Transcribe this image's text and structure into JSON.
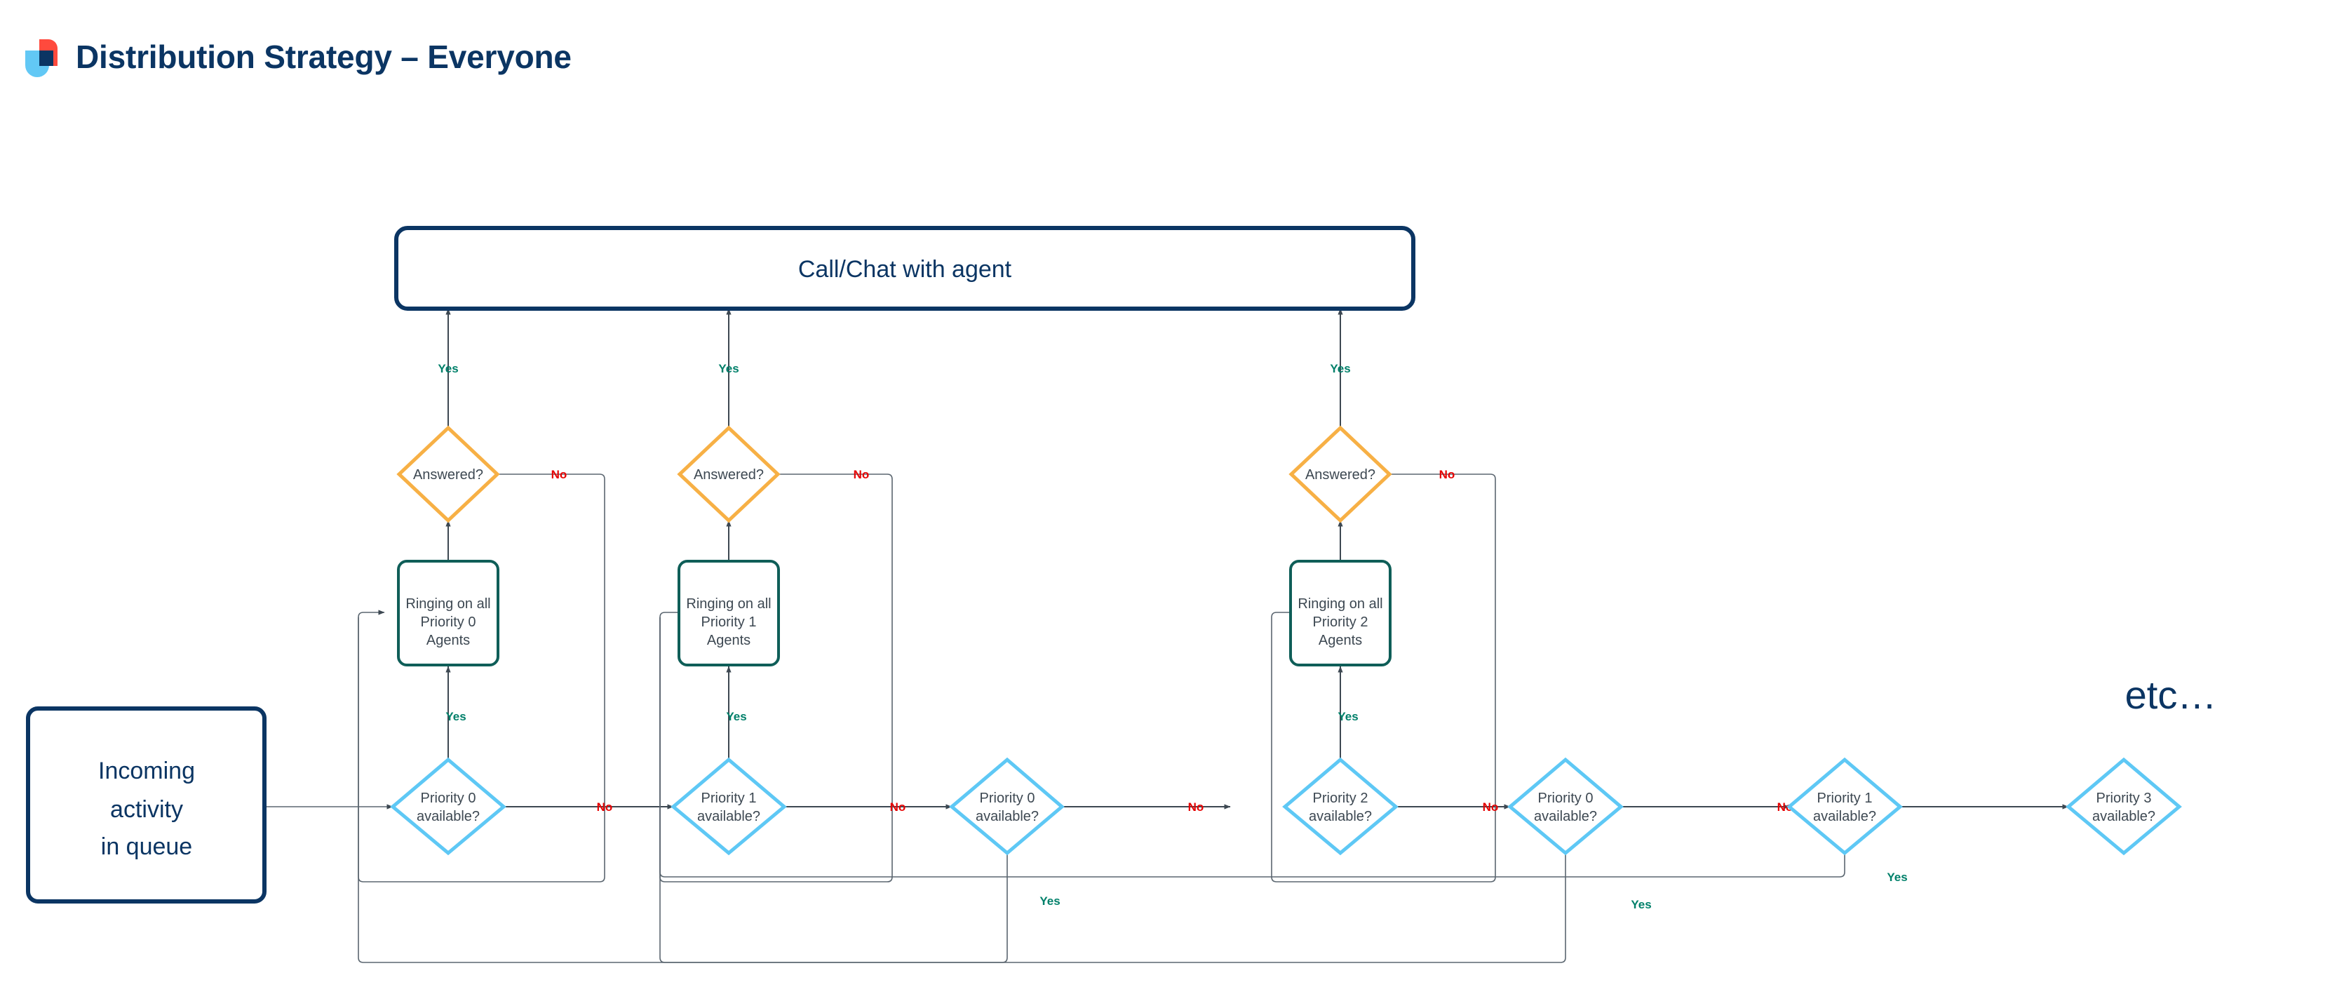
{
  "header": {
    "title": "Distribution Strategy – Everyone",
    "logo_name": "zendesk-logo",
    "colors": {
      "brand_red": "#ff4a3d",
      "brand_lightblue": "#62c8f5",
      "brand_navy": "#0b3563"
    }
  },
  "diagram": {
    "type": "flowchart",
    "colors": {
      "terminal_border": "#0b3563",
      "process_border": "#0f5e58",
      "answered_border": "#f7b045",
      "available_border": "#5ec8f5",
      "yes_label": "#00806a",
      "no_label": "#e60000",
      "connector": "#3d4852"
    },
    "nodes": {
      "incoming": {
        "lines": [
          "Incoming",
          "activity",
          "in queue"
        ],
        "shape": "rounded-rect",
        "style": "terminal"
      },
      "call_chat": {
        "label": "Call/Chat with agent",
        "shape": "rounded-rect",
        "style": "terminal"
      },
      "etc": {
        "label": "etc…"
      },
      "ringing": [
        {
          "lines": [
            "Ringing on all",
            "Priority 0",
            "Agents"
          ],
          "shape": "rounded-rect",
          "style": "process"
        },
        {
          "lines": [
            "Ringing on all",
            "Priority 1",
            "Agents"
          ],
          "shape": "rounded-rect",
          "style": "process"
        },
        {
          "lines": [
            "Ringing on all",
            "Priority 2",
            "Agents"
          ],
          "shape": "rounded-rect",
          "style": "process"
        }
      ],
      "answered": [
        {
          "label": "Answered?",
          "shape": "diamond",
          "style": "answered"
        },
        {
          "label": "Answered?",
          "shape": "diamond",
          "style": "answered"
        },
        {
          "label": "Answered?",
          "shape": "diamond",
          "style": "answered"
        }
      ],
      "available": [
        {
          "lines": [
            "Priority 0",
            "available?"
          ],
          "shape": "diamond",
          "style": "available"
        },
        {
          "lines": [
            "Priority 1",
            "available?"
          ],
          "shape": "diamond",
          "style": "available"
        },
        {
          "lines": [
            "Priority 0",
            "available?"
          ],
          "shape": "diamond",
          "style": "available"
        },
        {
          "lines": [
            "Priority 2",
            "available?"
          ],
          "shape": "diamond",
          "style": "available"
        },
        {
          "lines": [
            "Priority 0",
            "available?"
          ],
          "shape": "diamond",
          "style": "available"
        },
        {
          "lines": [
            "Priority 1",
            "available?"
          ],
          "shape": "diamond",
          "style": "available"
        },
        {
          "lines": [
            "Priority 3",
            "available?"
          ],
          "shape": "diamond",
          "style": "available"
        }
      ]
    },
    "edge_labels": {
      "yes": "Yes",
      "no": "No"
    },
    "edges": [
      {
        "from": "incoming",
        "to": "available.0",
        "label": ""
      },
      {
        "from": "available.0",
        "to": "ringing.0",
        "label": "Yes"
      },
      {
        "from": "available.0",
        "to": "available.1",
        "label": "No"
      },
      {
        "from": "ringing.0",
        "to": "answered.0",
        "label": ""
      },
      {
        "from": "answered.0",
        "to": "call_chat",
        "label": "Yes"
      },
      {
        "from": "answered.0",
        "to": "available.0",
        "label": "No"
      },
      {
        "from": "available.1",
        "to": "ringing.1",
        "label": "Yes"
      },
      {
        "from": "available.1",
        "to": "available.2",
        "label": "No"
      },
      {
        "from": "ringing.1",
        "to": "answered.1",
        "label": ""
      },
      {
        "from": "answered.1",
        "to": "call_chat",
        "label": "Yes"
      },
      {
        "from": "answered.1",
        "to": "available.1",
        "label": "No"
      },
      {
        "from": "available.2",
        "to": "available.3",
        "label": "No"
      },
      {
        "from": "available.2",
        "to": "ringing.0",
        "label": "Yes"
      },
      {
        "from": "available.3",
        "to": "ringing.2",
        "label": "Yes"
      },
      {
        "from": "available.3",
        "to": "available.4",
        "label": "No"
      },
      {
        "from": "ringing.2",
        "to": "answered.2",
        "label": ""
      },
      {
        "from": "answered.2",
        "to": "call_chat",
        "label": "Yes"
      },
      {
        "from": "answered.2",
        "to": "available.3",
        "label": "No"
      },
      {
        "from": "available.4",
        "to": "available.5",
        "label": "No"
      },
      {
        "from": "available.4",
        "to": "ringing.1",
        "label": "Yes"
      },
      {
        "from": "available.5",
        "to": "available.6",
        "label": "No"
      },
      {
        "from": "available.5",
        "to": "available.2",
        "label": "Yes"
      }
    ]
  }
}
